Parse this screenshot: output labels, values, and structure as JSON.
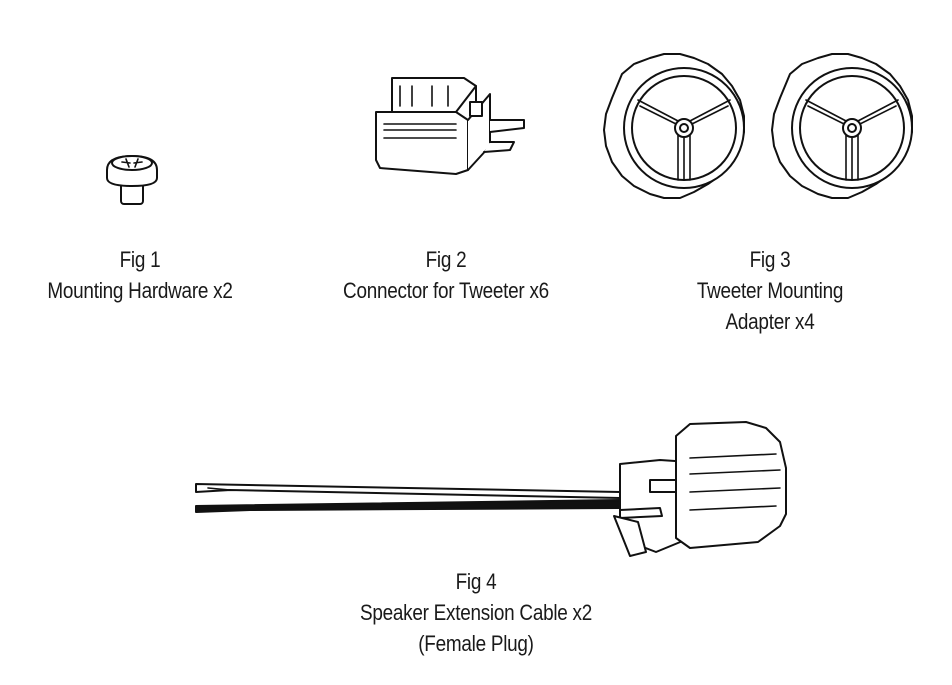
{
  "figures": [
    {
      "id": "fig1",
      "label": "Fig 1",
      "lines": [
        "Mounting Hardware x2"
      ],
      "icon": "screw-icon"
    },
    {
      "id": "fig2",
      "label": "Fig 2",
      "lines": [
        "Connector for Tweeter x6"
      ],
      "icon": "tweeter-connector-icon"
    },
    {
      "id": "fig3",
      "label": "Fig 3",
      "lines": [
        "Tweeter Mounting",
        "Adapter x4"
      ],
      "icon": "tweeter-adapter-icon"
    },
    {
      "id": "fig4",
      "label": "Fig 4",
      "lines": [
        "Speaker Extension Cable x2",
        "(Female Plug)"
      ],
      "icon": "extension-cable-icon"
    }
  ]
}
